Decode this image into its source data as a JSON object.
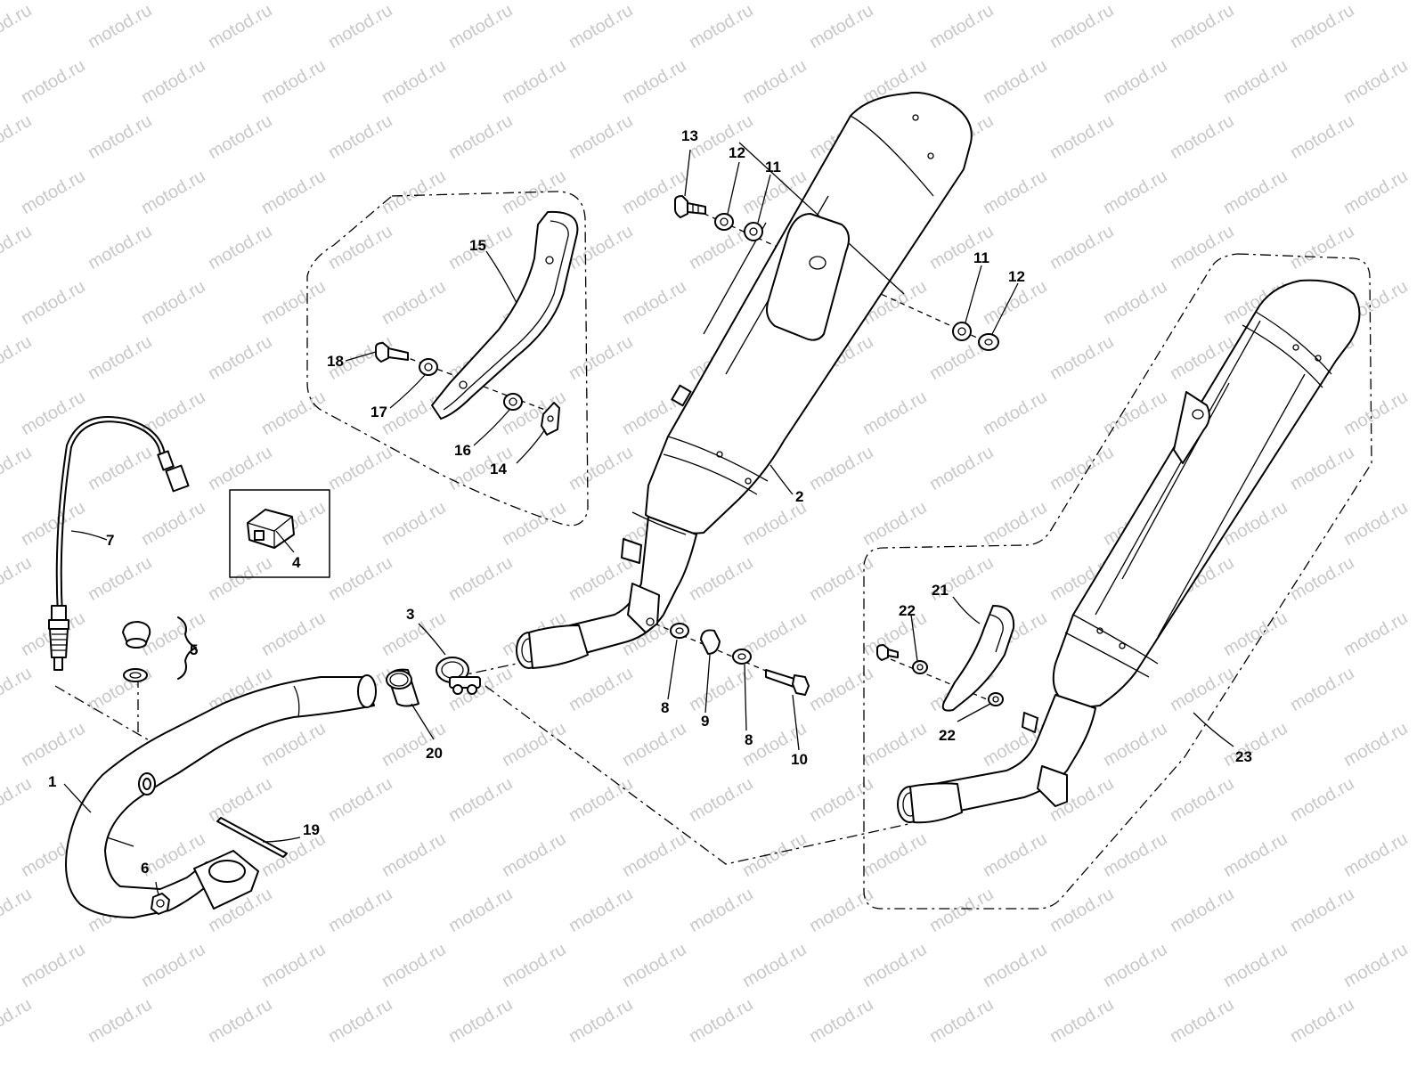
{
  "watermark": {
    "text": "motod.ru",
    "color": "#c8c8c8"
  },
  "callouts": [
    {
      "id": "1",
      "text": "1"
    },
    {
      "id": "2",
      "text": "2"
    },
    {
      "id": "3",
      "text": "3"
    },
    {
      "id": "4",
      "text": "4"
    },
    {
      "id": "5",
      "text": "5"
    },
    {
      "id": "6",
      "text": "6"
    },
    {
      "id": "7",
      "text": "7"
    },
    {
      "id": "8a",
      "text": "8"
    },
    {
      "id": "8b",
      "text": "8"
    },
    {
      "id": "9",
      "text": "9"
    },
    {
      "id": "10",
      "text": "10"
    },
    {
      "id": "11a",
      "text": "11"
    },
    {
      "id": "11b",
      "text": "11"
    },
    {
      "id": "12a",
      "text": "12"
    },
    {
      "id": "12b",
      "text": "12"
    },
    {
      "id": "13",
      "text": "13"
    },
    {
      "id": "14",
      "text": "14"
    },
    {
      "id": "15",
      "text": "15"
    },
    {
      "id": "16",
      "text": "16"
    },
    {
      "id": "17",
      "text": "17"
    },
    {
      "id": "18",
      "text": "18"
    },
    {
      "id": "19",
      "text": "19"
    },
    {
      "id": "20",
      "text": "20"
    },
    {
      "id": "21",
      "text": "21"
    },
    {
      "id": "22a",
      "text": "22"
    },
    {
      "id": "22b",
      "text": "22"
    },
    {
      "id": "23",
      "text": "23"
    }
  ]
}
